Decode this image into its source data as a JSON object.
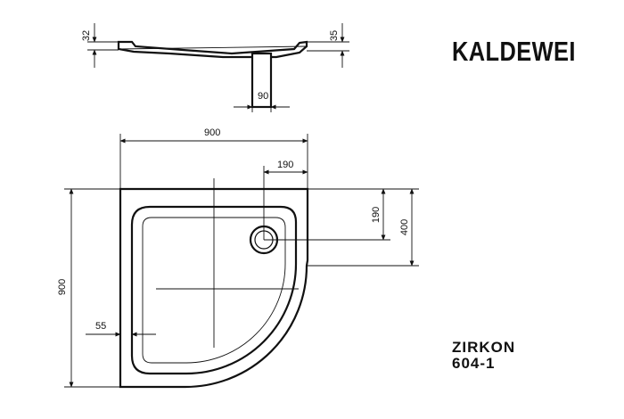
{
  "brand": {
    "name": "KALDEWEI"
  },
  "product": {
    "name": "ZIRKON",
    "number": "604-1"
  },
  "dimensions": {
    "rim_thickness_left": "32",
    "rim_thickness_right": "35",
    "drain_diameter": "90",
    "width": "900",
    "drain_offset_x": "190",
    "drain_offset_y": "190",
    "depth_side": "400",
    "length": "900",
    "rim_width": "55"
  }
}
